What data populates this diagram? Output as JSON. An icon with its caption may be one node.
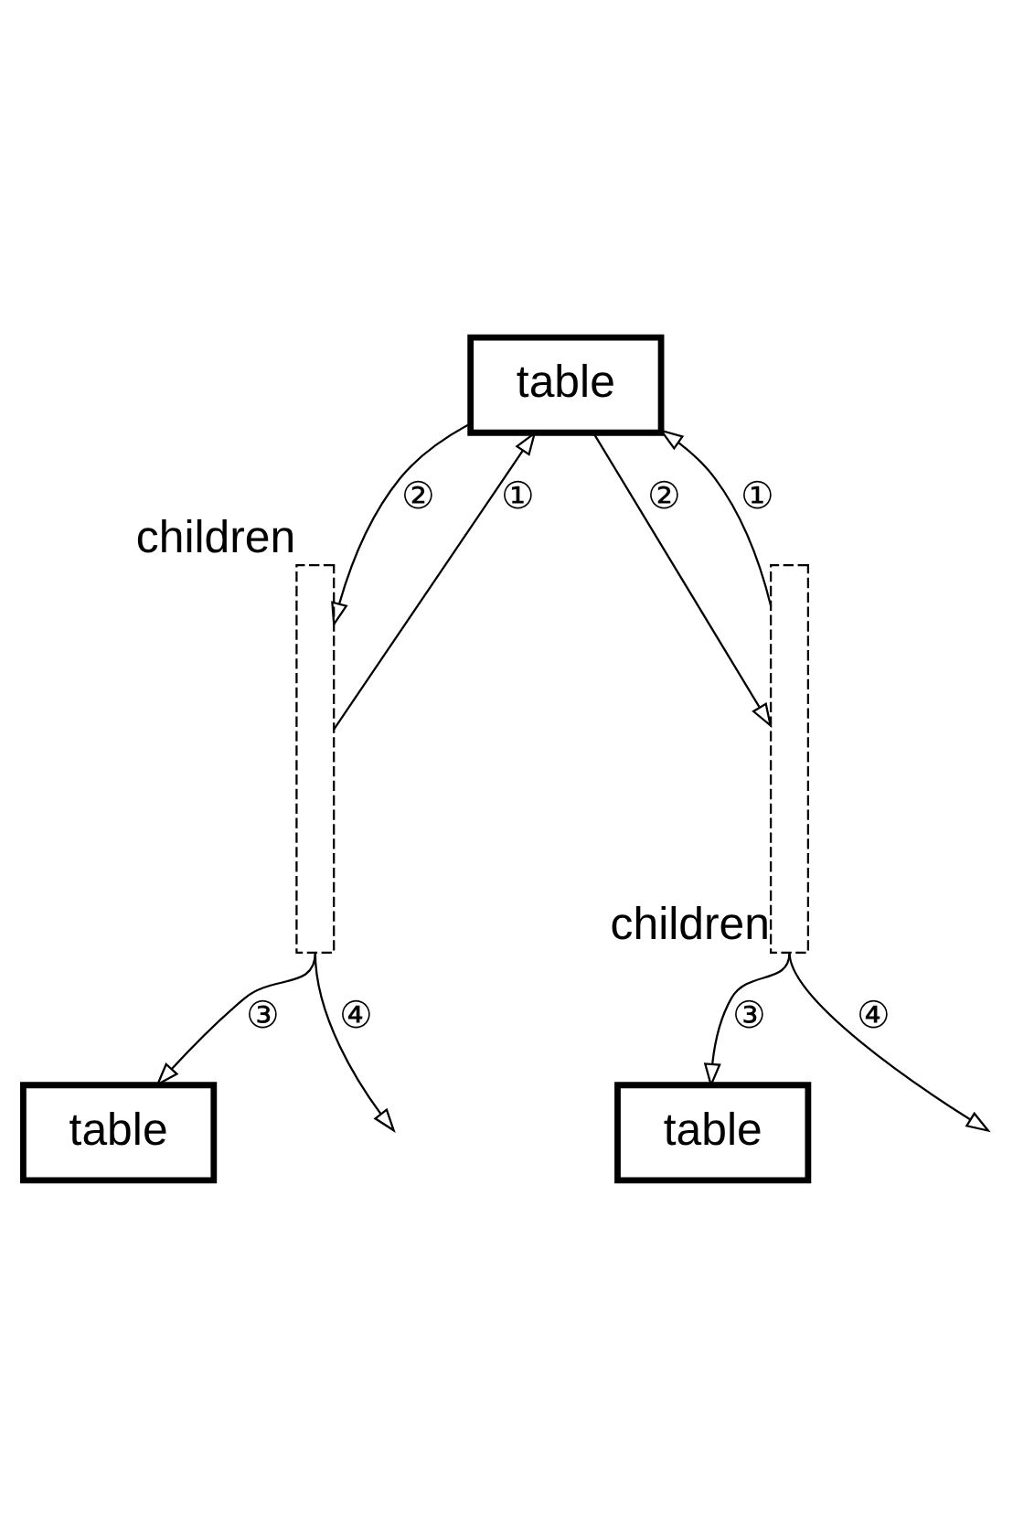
{
  "diagram": {
    "nodes": [
      {
        "text": [
          "table"
        ]
      },
      {
        "text": [],
        "shape": "column",
        "beside": [
          "children"
        ]
      },
      {
        "text": [],
        "shape": "column",
        "beside": [
          "children"
        ]
      },
      {
        "text": [
          "table"
        ]
      },
      {
        "text": [
          "table"
        ]
      }
    ],
    "edges": [
      {
        "from": 1,
        "to": 0,
        "arrow": "to",
        "label": "①"
      },
      {
        "from": 0,
        "to": 1,
        "arrow": "to",
        "label": "②"
      },
      {
        "from": 1,
        "to": 3,
        "arrow": "to",
        "label": "③"
      },
      {
        "from": 1,
        "to": null,
        "arrow": "to",
        "label": "④"
      },
      {
        "from": 2,
        "to": 0,
        "arrow": "to",
        "label": "①"
      },
      {
        "from": 0,
        "to": 2,
        "arrow": "to",
        "label": "②"
      },
      {
        "from": 2,
        "to": 4,
        "arrow": "to",
        "label": "③"
      },
      {
        "from": 2,
        "to": null,
        "arrow": "to",
        "label": "④"
      }
    ]
  }
}
